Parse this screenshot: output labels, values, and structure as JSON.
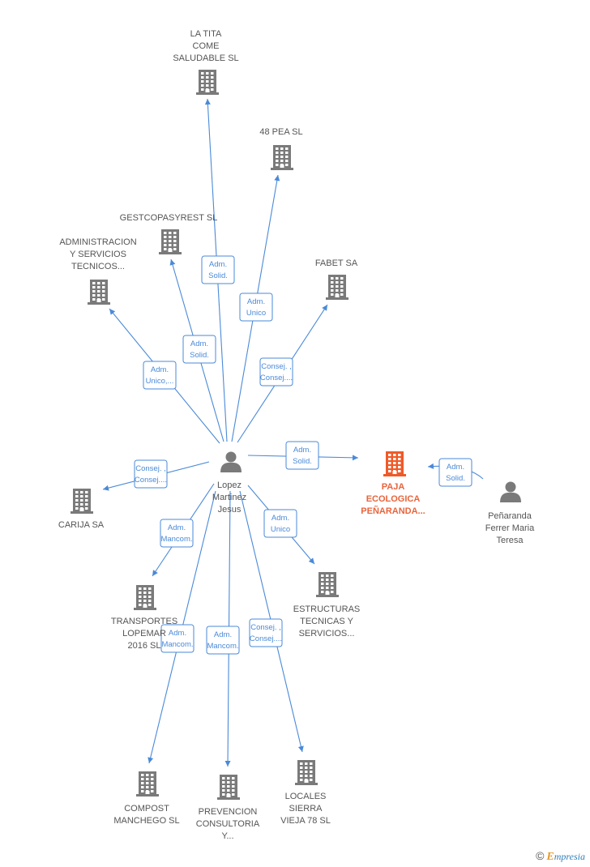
{
  "colors": {
    "edge": "#4a8ad8",
    "building": "#7a7a7a",
    "focus_building": "#f05a28",
    "person": "#7a7a7a"
  },
  "nodes": [
    {
      "id": "latita",
      "type": "company",
      "lines": [
        "LA TITA",
        "COME",
        "SALUDABLE  SL"
      ]
    },
    {
      "id": "pea48",
      "type": "company",
      "lines": [
        "48 PEA SL"
      ]
    },
    {
      "id": "gestcopa",
      "type": "company",
      "lines": [
        "GESTCOPASYREST SL"
      ]
    },
    {
      "id": "admin",
      "type": "company",
      "lines": [
        "ADMINISTRACION",
        "Y SERVICIOS",
        "TECNICOS..."
      ]
    },
    {
      "id": "fabet",
      "type": "company",
      "lines": [
        "FABET SA"
      ]
    },
    {
      "id": "lopez",
      "type": "person",
      "lines": [
        "Lopez",
        "Martinez",
        "Jesus"
      ]
    },
    {
      "id": "paja",
      "type": "focus",
      "lines": [
        "PAJA",
        "ECOLOGICA",
        "PEÑARANDA..."
      ]
    },
    {
      "id": "penaranda",
      "type": "person",
      "lines": [
        "Peñaranda",
        "Ferrer Maria",
        "Teresa"
      ]
    },
    {
      "id": "carija",
      "type": "company",
      "lines": [
        "CARIJA SA"
      ]
    },
    {
      "id": "transportes",
      "type": "company",
      "lines": [
        "TRANSPORTES",
        "LOPEMAR",
        "2016  SL"
      ]
    },
    {
      "id": "estructuras",
      "type": "company",
      "lines": [
        "ESTRUCTURAS",
        "TECNICAS Y",
        "SERVICIOS..."
      ]
    },
    {
      "id": "compost",
      "type": "company",
      "lines": [
        "COMPOST",
        "MANCHEGO SL"
      ]
    },
    {
      "id": "prevencion",
      "type": "company",
      "lines": [
        "PREVENCION",
        "CONSULTORIA",
        "Y..."
      ]
    },
    {
      "id": "locales",
      "type": "company",
      "lines": [
        "LOCALES",
        "SIERRA",
        "VIEJA 78 SL"
      ]
    }
  ],
  "edges": [
    {
      "to": "latita",
      "label": [
        "Adm.",
        "Solid."
      ]
    },
    {
      "to": "pea48",
      "label": [
        "Adm.",
        "Unico"
      ]
    },
    {
      "to": "gestcopa",
      "label": [
        "Adm.",
        "Solid."
      ]
    },
    {
      "to": "admin",
      "label": [
        "Adm.",
        "Unico,..."
      ]
    },
    {
      "to": "fabet",
      "label": [
        "Consej. ,",
        "Consej...."
      ]
    },
    {
      "to": "paja",
      "label": [
        "Adm.",
        "Solid."
      ]
    },
    {
      "from": "penaranda",
      "to": "paja",
      "label": [
        "Adm.",
        "Solid."
      ]
    },
    {
      "to": "carija",
      "label": [
        "Consej. ,",
        "Consej...."
      ]
    },
    {
      "to": "transportes",
      "label": [
        "Adm.",
        "Mancom."
      ]
    },
    {
      "to": "estructuras",
      "label": [
        "Adm.",
        "Unico"
      ]
    },
    {
      "to": "compost",
      "label": [
        "Adm.",
        "Mancom."
      ]
    },
    {
      "to": "prevencion",
      "label": [
        "Adm.",
        "Mancom."
      ]
    },
    {
      "to": "locales",
      "label": [
        "Consej. ,",
        "Consej...."
      ]
    }
  ],
  "footer": {
    "copyright": "©",
    "brand_first": "E",
    "brand_rest": "mpresia"
  }
}
